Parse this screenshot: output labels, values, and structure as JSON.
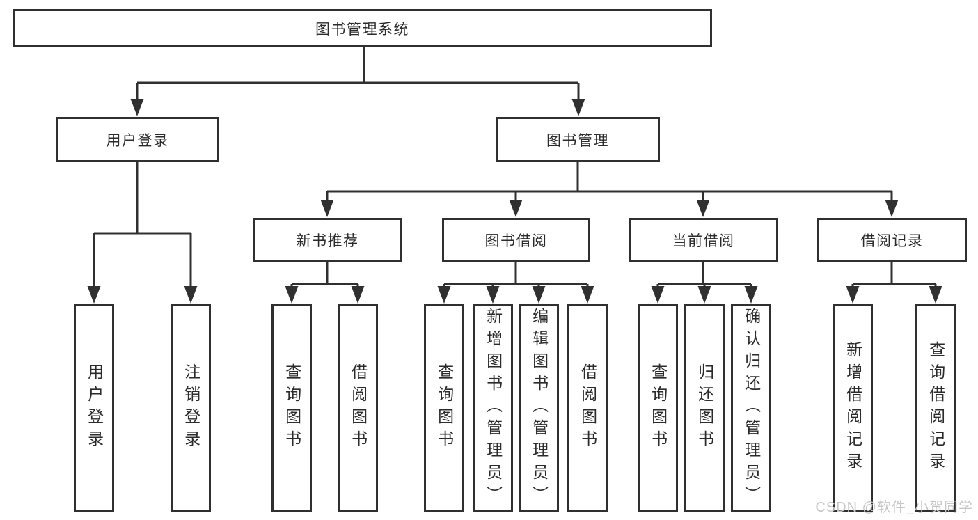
{
  "tree": {
    "label": "图书管理系统",
    "children": [
      {
        "label": "用户登录",
        "children": [
          {
            "label": "用户登录"
          },
          {
            "label": "注销登录"
          }
        ]
      },
      {
        "label": "图书管理",
        "children": [
          {
            "label": "新书推荐",
            "children": [
              {
                "label": "查询图书"
              },
              {
                "label": "借阅图书"
              }
            ]
          },
          {
            "label": "图书借阅",
            "children": [
              {
                "label": "查询图书"
              },
              {
                "label": "新增图书（管理员）"
              },
              {
                "label": "编辑图书（管理员）"
              },
              {
                "label": "借阅图书"
              }
            ]
          },
          {
            "label": "当前借阅",
            "children": [
              {
                "label": "查询图书"
              },
              {
                "label": "归还图书"
              },
              {
                "label": "确认归还（管理员）"
              }
            ]
          },
          {
            "label": "借阅记录",
            "children": [
              {
                "label": "新增借阅记录"
              },
              {
                "label": "查询借阅记录"
              }
            ]
          }
        ]
      }
    ]
  },
  "watermark": {
    "text": "CSDN @软件_小贺同学"
  },
  "colors": {
    "line": "#303030",
    "box_border": "#303030",
    "text": "#2b2b2b",
    "watermark": "#c7c7c7",
    "background": "#ffffff"
  }
}
